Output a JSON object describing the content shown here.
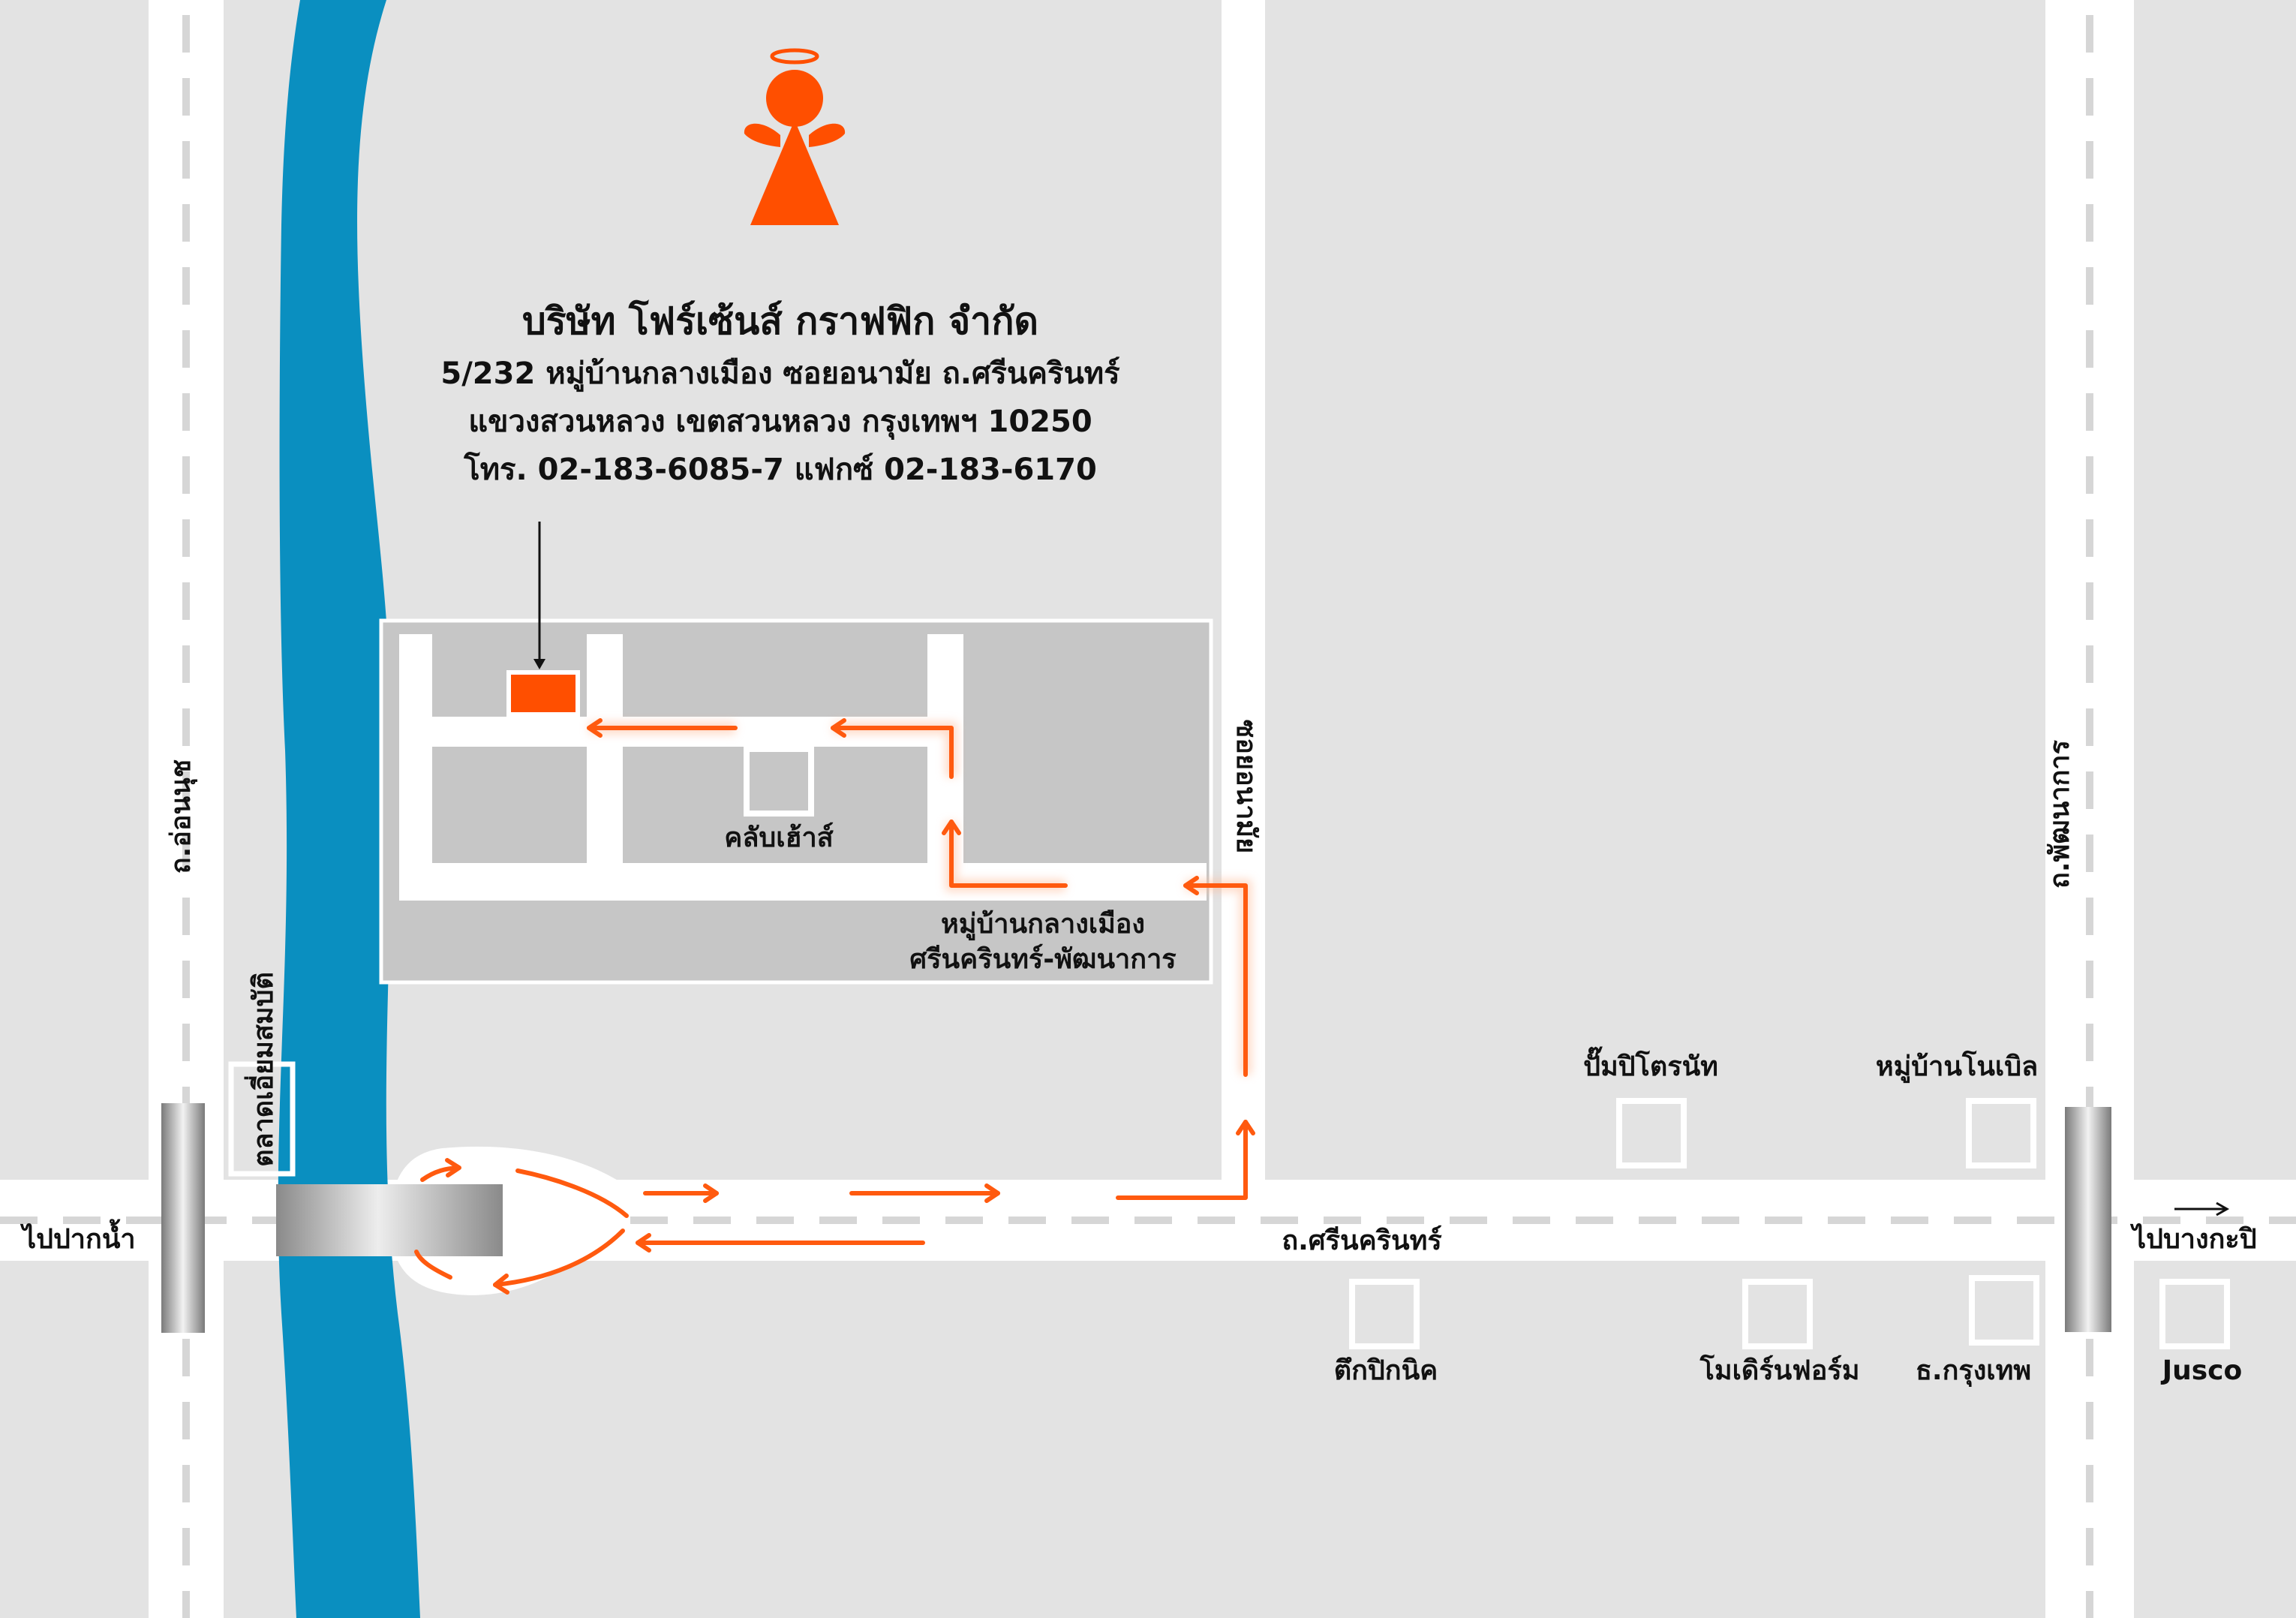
{
  "company": {
    "name": "บริษัท โฟร์เซ้นส์ กราฟฟิก จำกัด",
    "address_line1": "5/232 หมู่บ้านกลางเมือง ซอยอนามัย ถ.ศรีนครินทร์",
    "address_line2": "แขวงสวนหลวง เขตสวนหลวง กรุงเทพฯ 10250",
    "contact": "โทร. 02-183-6085-7 แฟกซ์ 02-183-6170"
  },
  "logo": {
    "icon": "angel-icon",
    "color": "#ff4f00"
  },
  "roads": {
    "main": "ถ.ศรีนครินทร์",
    "anamai": "ซอยอนามัย",
    "onnut": "ถ.อ่อนนุช",
    "phatthanakan": "ถ.พัฒนาการ"
  },
  "directions": {
    "west": "ไปปากน้ำ",
    "east": "ไปบางกะปิ"
  },
  "places": {
    "club_house": "คลับเฮ้าส์",
    "village_line1": "หมู่บ้านกลางเมือง",
    "village_line2": "ศรีนครินทร์-พัฒนาการ",
    "market": "ตลาดเอี่ยมสมบัติ",
    "petrol": "ปั๊มปิโตรนัท",
    "noble": "หมู่บ้านโนเบิล",
    "picnic": "ตึกปิกนิค",
    "modernform": "โมเดิร์นฟอร์ม",
    "bangkok_bank": "ธ.กรุงเทพ",
    "jusco": "Jusco"
  },
  "colors": {
    "background": "#e3e3e3",
    "road": "#ffffff",
    "river": "#0a8fc0",
    "route": "#ff5a0f",
    "block": "#c6c6c6",
    "accent": "#ff4f00"
  }
}
